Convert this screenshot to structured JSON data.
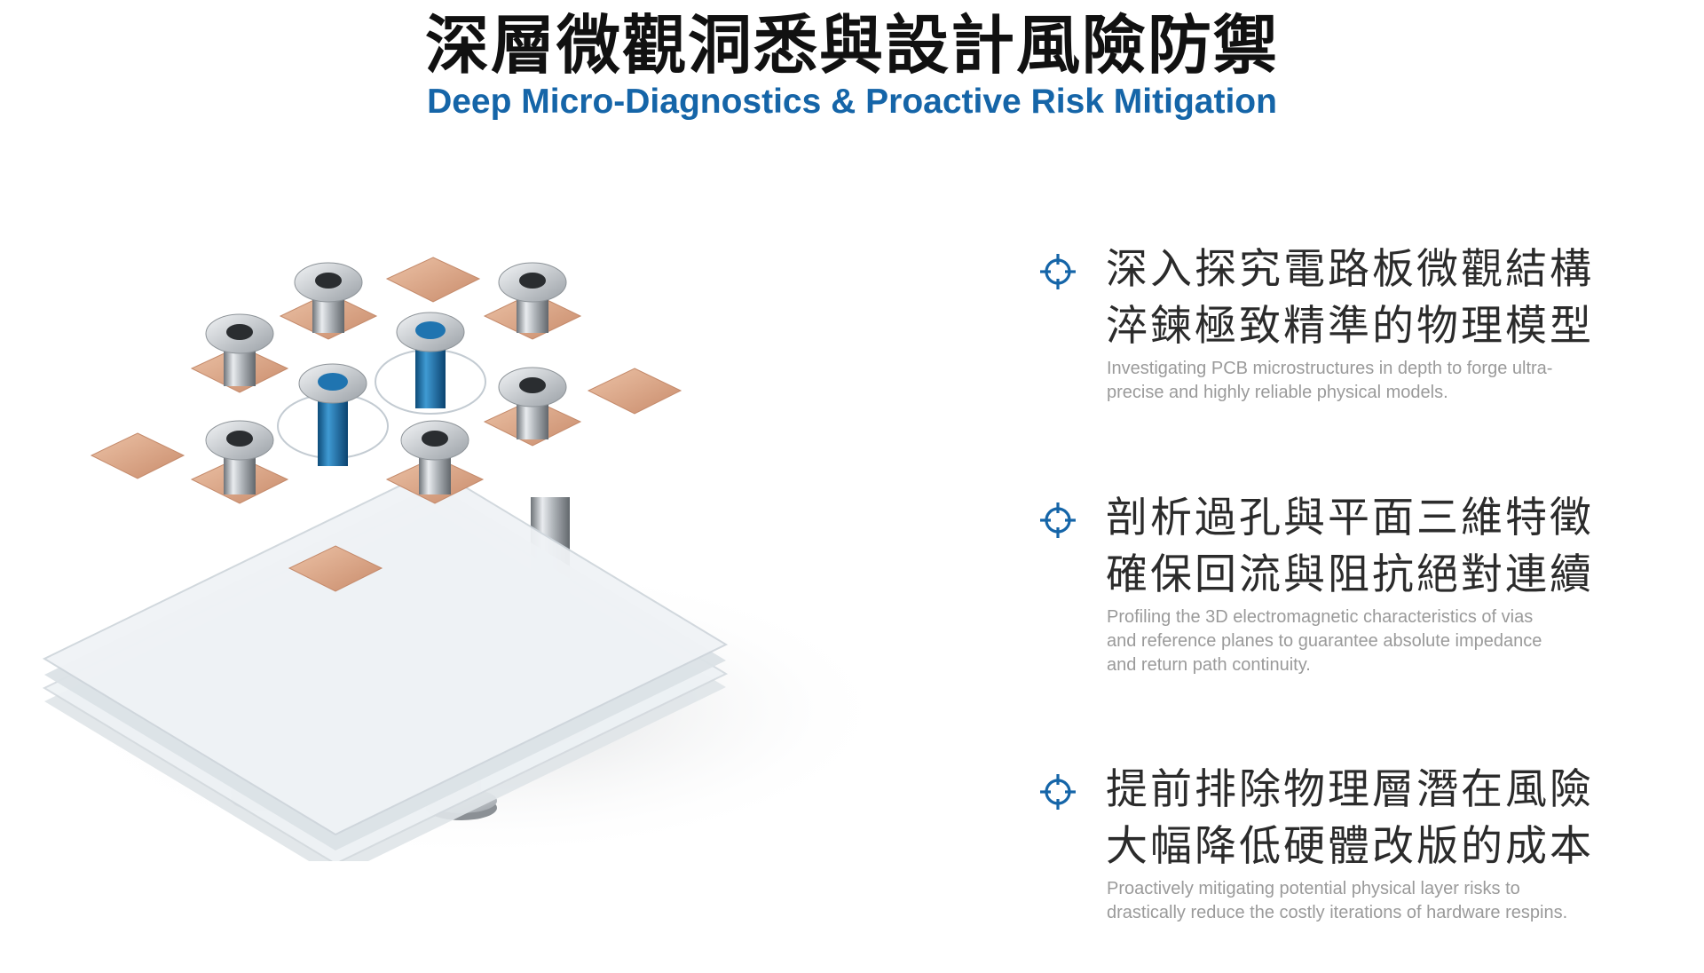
{
  "header": {
    "title_zh": "深層微觀洞悉與設計風險防禦",
    "title_en": "Deep Micro-Diagnostics & Proactive Risk Mitigation"
  },
  "colors": {
    "accent_blue": "#1565a8",
    "heading_text": "#2b2b2b",
    "caption_text": "#9a9a9a",
    "copper_pad": "#d9a489",
    "via_blue": "#1e6fa6"
  },
  "illustration": {
    "icon": "pcb-via-3d-illustration"
  },
  "features": [
    {
      "icon": "crosshair-icon",
      "zh_line1": "深入探究電路板微觀結構",
      "zh_line2": "淬鍊極致精準的物理模型",
      "en_line1": "Investigating PCB microstructures in depth to forge ultra-",
      "en_line2": "precise and highly reliable physical models."
    },
    {
      "icon": "crosshair-icon",
      "zh_line1": "剖析過孔與平面三維特徵",
      "zh_line2": "確保回流與阻抗絕對連續",
      "en_line1": "Profiling the 3D electromagnetic characteristics of vias",
      "en_line2": "and reference planes to guarantee absolute impedance",
      "en_line3": "and return path continuity."
    },
    {
      "icon": "crosshair-icon",
      "zh_line1": "提前排除物理層潛在風險",
      "zh_line2": "大幅降低硬體改版的成本",
      "en_line1": "Proactively mitigating potential physical layer risks to",
      "en_line2": "drastically reduce the costly iterations of hardware respins."
    }
  ]
}
